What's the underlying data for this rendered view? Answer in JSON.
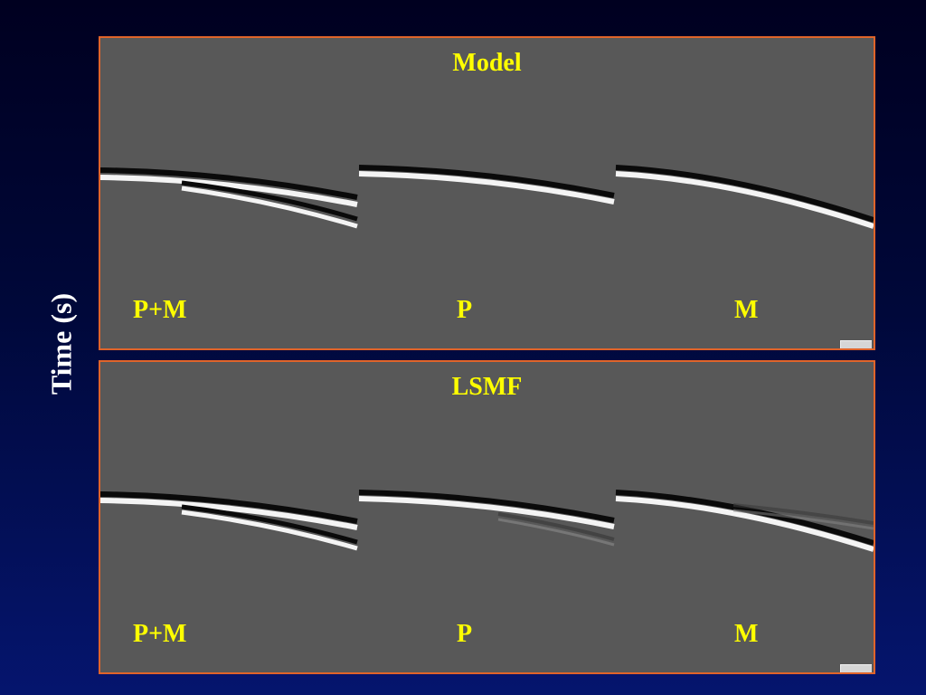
{
  "axis": {
    "ylabel": "Time (s)"
  },
  "panels": [
    {
      "title": "Model",
      "labels": [
        "P+M",
        "P",
        "M"
      ]
    },
    {
      "title": "LSMF",
      "labels": [
        "P+M",
        "P",
        "M"
      ]
    }
  ],
  "colors": {
    "background": "#00083a",
    "panel_border": "#e0642a",
    "panel_fill": "#585858",
    "label_text": "#ffff00",
    "axis_text": "#ffffff"
  }
}
